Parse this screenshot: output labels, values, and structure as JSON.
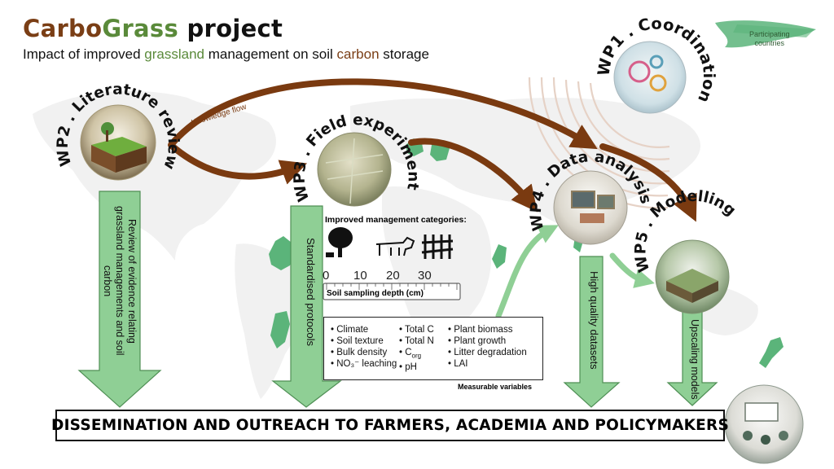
{
  "title": {
    "part1": "Carbo",
    "part2": "Grass",
    "part3": " project"
  },
  "subtitle": {
    "s1": "Impact of improved ",
    "s2": "grassland",
    "s3": " management on soil ",
    "s4": "carbon",
    "s5": " storage"
  },
  "colors": {
    "brown": "#7a3e15",
    "green": "#5a8a3a",
    "arrow_green": "#8fcf95",
    "arrow_brown": "#7a3a10",
    "map_green": "#5bb47a"
  },
  "badge": {
    "line1": "Participating",
    "line2": "countries"
  },
  "wp": {
    "wp1": "WP1 . Coordination",
    "wp2": "WP2 . Literature review",
    "wp3": "WP3 . Field experiments",
    "wp4": "WP4 . Data analysis",
    "wp5": "WP5 . Modelling"
  },
  "knowledge_flow": "Knowledge flow",
  "arrows": {
    "a1": "Review of evidence relating grassland managements and soil carbon",
    "a2": "Standardised protocols",
    "a3": "High quality datasets",
    "a4": "Upscaling models"
  },
  "management": {
    "heading": "Improved management categories:"
  },
  "ruler": {
    "ticks": [
      "0",
      "10",
      "20",
      "30"
    ],
    "label": "Soil sampling depth (cm)"
  },
  "variables": {
    "col1": [
      "• Climate",
      "• Soil texture",
      "• Bulk density",
      "• NO₃⁻ leaching"
    ],
    "col2": [
      "• Total C",
      "• Total N",
      "• C",
      "• pH"
    ],
    "col2_sub": "org",
    "col3": [
      "• Plant biomass",
      "• Plant growth",
      "• Litter degradation",
      "• LAI"
    ],
    "caption": "Measurable variables"
  },
  "dissemination": "DISSEMINATION AND OUTREACH TO FARMERS, ACADEMIA AND POLICYMAKERS"
}
